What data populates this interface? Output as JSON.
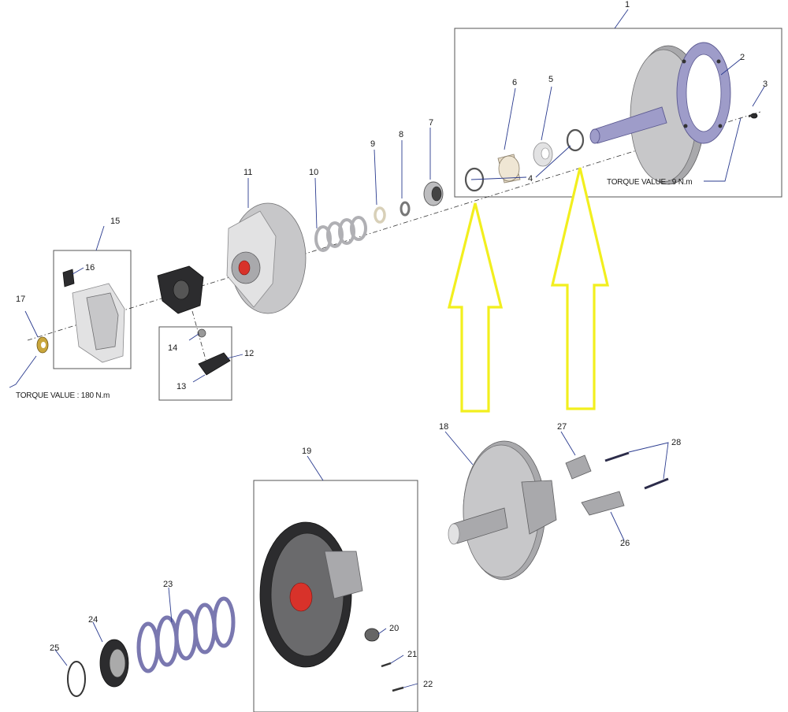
{
  "callouts": [
    "1",
    "2",
    "3",
    "4",
    "5",
    "6",
    "7",
    "8",
    "9",
    "10",
    "11",
    "12",
    "13",
    "14",
    "15",
    "16",
    "17",
    "18",
    "19",
    "20",
    "21",
    "22",
    "23",
    "24",
    "25",
    "26",
    "27",
    "28"
  ],
  "torque_top": "TORQUE VALUE : 9 N.m",
  "torque_left": "TORQUE VALUE : 180 N.m",
  "colors": {
    "arrow": "#f2ef1e",
    "purple_part": "#9e9cc9",
    "leader": "#2a3b8f"
  }
}
